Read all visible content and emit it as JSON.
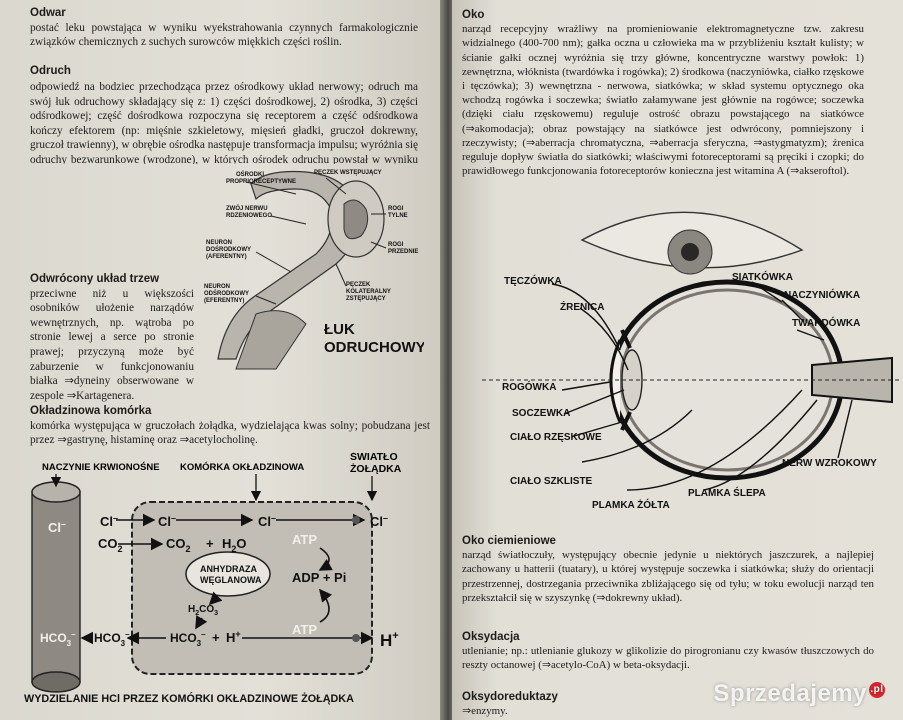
{
  "left_page": {
    "odwar": {
      "heading": "Odwar",
      "text": "postać leku powstająca w wyniku wyekstrahowania czynnych farmakologicznie związków chemicznych z suchych surowców miękkich części roślin."
    },
    "odruch": {
      "heading": "Odruch",
      "text": "odpowiedź na bodziec przechodząca przez ośrodkowy układ nerwowy; odruch ma swój łuk odruchowy składający się z: 1) części dośrodkowej, 2) ośrodka, 3) części odśrodkowej; część dośrodkowa rozpoczyna się receptorem a część odśrodkowa kończy efektorem (np: mięśnie szkieletowy, mięsień gładki, gruczoł dokrewny, gruczoł trawienny), w obrębie ośrodka następuje transformacja impulsu; wyróżnia się odruchy bezwarunkowe (wrodzone), w których ośrodek odruchu powstał w wyniku realizacji informacji genetycznej i warunkowe (nabyte), w których ośrodek dla odruchu powstaje w wyniku ⇒warunkowania; przewodzenie informacji przez łuk odruchowy jest szybsze w dendrytach i aksonach, a wolniejsze w ⇒synapsach."
    },
    "odwrocony": {
      "heading": "Odwrócony układ trzew",
      "text": "przeciwne niż u większości osobników ułożenie narządów wewnętrznych, np. wątroba po stronie lewej a serce po stronie prawej; przyczyną może być zaburzenie w funkcjonowaniu białka ⇒dyneiny obserwowane w zespole ⇒Kartagenera."
    },
    "okladzinowa": {
      "heading": "Okładzinowa komórka",
      "text": "komórka występująca w gruczołach żołądka, wydzielająca kwas solny; pobudzana jest przez ⇒gastrynę, histaminę oraz ⇒acetylocholinę."
    },
    "reflex_figure": {
      "title_line1": "ŁUK",
      "title_line2": "ODRUCHOWY",
      "labels": {
        "osrodki1": "OŚRODKI",
        "osrodki2": "PROPRIORECEPTYWNE",
        "peczek1": "PĘCZEK WSTĘPUJĄCY",
        "zwoj1": "ZWÓJ NERWU",
        "zwoj2": "RDZENIOWEGO",
        "korzenie1": "ROGI",
        "korzenie2": "TYLNE",
        "rogi1": "ROGI",
        "rogi2": "PRZEDNIE",
        "neuron_a1": "NEURON",
        "neuron_a2": "DOŚRODKOWY",
        "neuron_a3": "(AFERENTNY)",
        "neuron_b1": "NEURON",
        "neuron_b2": "ODŚRODKOWY",
        "neuron_b3": "(EFERENTNY)",
        "peczek_k1": "PĘCZEK",
        "peczek_k2": "KOLATERALNY",
        "peczek_k3": "ZSTĘPUJĄCY"
      }
    },
    "cell_figure": {
      "label_vessel": "NACZYNIE KRWIONOŚNE",
      "label_cell": "KOMÓRKA OKŁADZINOWA",
      "label_lumen1": "ŚWIATŁO",
      "label_lumen2": "ŻOŁĄDKA",
      "cl_in_vessel": "Cl",
      "cl_in_vessel_sup": "–",
      "hco3_vessel": "HCO",
      "hco3_vessel_sub": "3",
      "hco3_vessel_sup": "–",
      "cl1": "Cl",
      "cl1_sup": "–",
      "co2_left": "CO",
      "co2_left_sub": "2",
      "cl2": "Cl",
      "cl2_sup": "–",
      "cl3": "Cl",
      "cl3_sup": "–",
      "cl4": "Cl",
      "cl4_sup": "–",
      "co2_mid": "CO",
      "co2_mid_sub": "2",
      "plus1": "+",
      "h2o": "H",
      "h2o_sub": "2",
      "h2o_o": "O",
      "enzyme1": "ANHYDRAZA",
      "enzyme2": "WĘGLANOWA",
      "h2co3": "H",
      "h2co3_sub": "2",
      "h2co3_rest": "CO",
      "h2co3_sub2": "3",
      "atp1": "ATP",
      "adp": "ADP + Pi",
      "atp2": "ATP",
      "hco3_out": "HCO",
      "hco3_out_sub": "3",
      "hco3_out_sup": "–",
      "hco3_mid": "HCO",
      "hco3_mid_sub": "3",
      "hco3_mid_sup": "–",
      "plus2": "+",
      "h_plus": "H",
      "h_plus_sup": "+",
      "h_out": "H",
      "h_out_sup": "+",
      "caption": "WYDZIELANIE HCl PRZEZ KOMÓRKI OKŁADZINOWE ŻOŁĄDKA"
    }
  },
  "right_page": {
    "oko": {
      "heading": "Oko",
      "text": "narząd recepcyjny wrażliwy na promieniowanie elektromagnetyczne tzw. zakresu widzialnego (400-700 nm); gałka oczna u człowieka ma w przybliżeniu kształt kulisty; w ścianie gałki ocznej wyróżnia się trzy główne, koncentryczne warstwy powłok: 1) zewnętrzna, włóknista (twardówka i rogówka); 2) środkowa (naczyniówka, ciałko rzęskowe i tęczówka); 3) wewnętrzna - nerwowa, siatkówka; w skład systemu optycznego oka wchodzą rogówka i soczewka; światło załamywane jest głównie na rogówce; soczewka (dzięki ciału rzęskowemu) reguluje ostrość obrazu powstającego na siatkówce (⇒akomodacja); obraz powstający na siatkówce jest odwrócony, pomniejszony i rzeczywisty; (⇒aberracja chromatyczna, ⇒aberracja sferyczna, ⇒astygmatyzm); źrenica reguluje dopływ światła do siatkówki; właściwymi fotoreceptorami są pręciki i czopki; do prawidłowego funkcjonowania fotoreceptorów konieczna jest witamina A (⇒akseroftol)."
    },
    "eye_figure": {
      "teczowka": "TĘCZÓWKA",
      "zrenica": "ŹRENICA",
      "siatkowka": "SIATKÓWKA",
      "naczyniowka": "NACZYNIÓWKA",
      "twardowka": "TWARDÓWKA",
      "rogowka": "ROGÓWKA",
      "soczewka": "SOCZEWKA",
      "cialo_rzeskowe": "CIAŁO RZĘSKOWE",
      "cialo_szkliste": "CIAŁO SZKLISTE",
      "plamka_zolta": "PLAMKA ŻÓŁTA",
      "plamka_slepa": "PLAMKA ŚLEPA",
      "nerw": "NERW WZROKOWY"
    },
    "oko_ciemieniowe": {
      "heading": "Oko ciemieniowe",
      "text": "narząd światłoczuły, występujący obecnie jedynie u niektórych jaszczurek, a najlepiej zachowany u hatterii (tuatary), u której występuje soczewka i siatkówka; służy do orientacji przestrzennej, dostrzegania przeciwnika zbliżającego się od tyłu; w toku ewolucji narząd ten przekształcił się w szyszynkę (⇒dokrewny układ)."
    },
    "oksydacja": {
      "heading": "Oksydacja",
      "text": "utlenianie; np.: utlenianie glukozy w glikolizie do pirogronianu czy kwasów tłuszczowych do reszty octanowej (⇒acetylo-CoA) w beta-oksydacji."
    },
    "oksydoreduktazy": {
      "heading": "Oksydoreduktazy",
      "text": "⇒enzymy."
    }
  },
  "watermark": {
    "brand": "Sprzedajemy",
    "badge": ".pl"
  }
}
